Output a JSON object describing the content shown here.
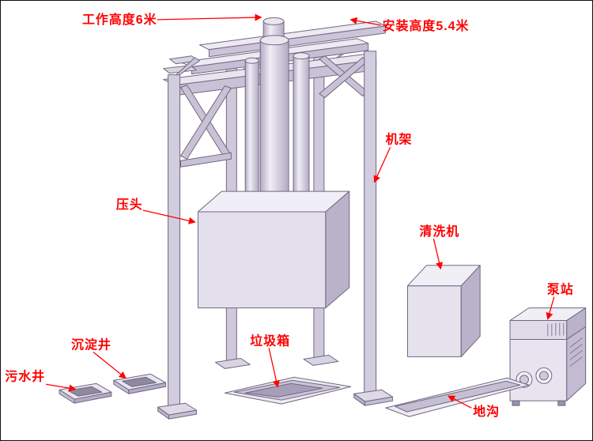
{
  "labels": {
    "working_height": "工作高度6米",
    "install_height": "安装高度5.4米",
    "frame": "机架",
    "press_head": "压头",
    "cleaning_machine": "清洗机",
    "pump_station": "泵站",
    "garbage_box": "垃圾箱",
    "ground_trench": "地沟",
    "sedimentation_well": "沉淀井",
    "sewage_well": "污水井"
  },
  "colors": {
    "label": "#ff0000",
    "outline": "#6f6880",
    "machine_top": "#f0eef6",
    "machine_light": "#e6e2ee",
    "machine_mid": "#cdc7da",
    "machine_dark": "#b9b2c8",
    "pit_dark": "#8f88a0",
    "background": "#ffffff"
  }
}
